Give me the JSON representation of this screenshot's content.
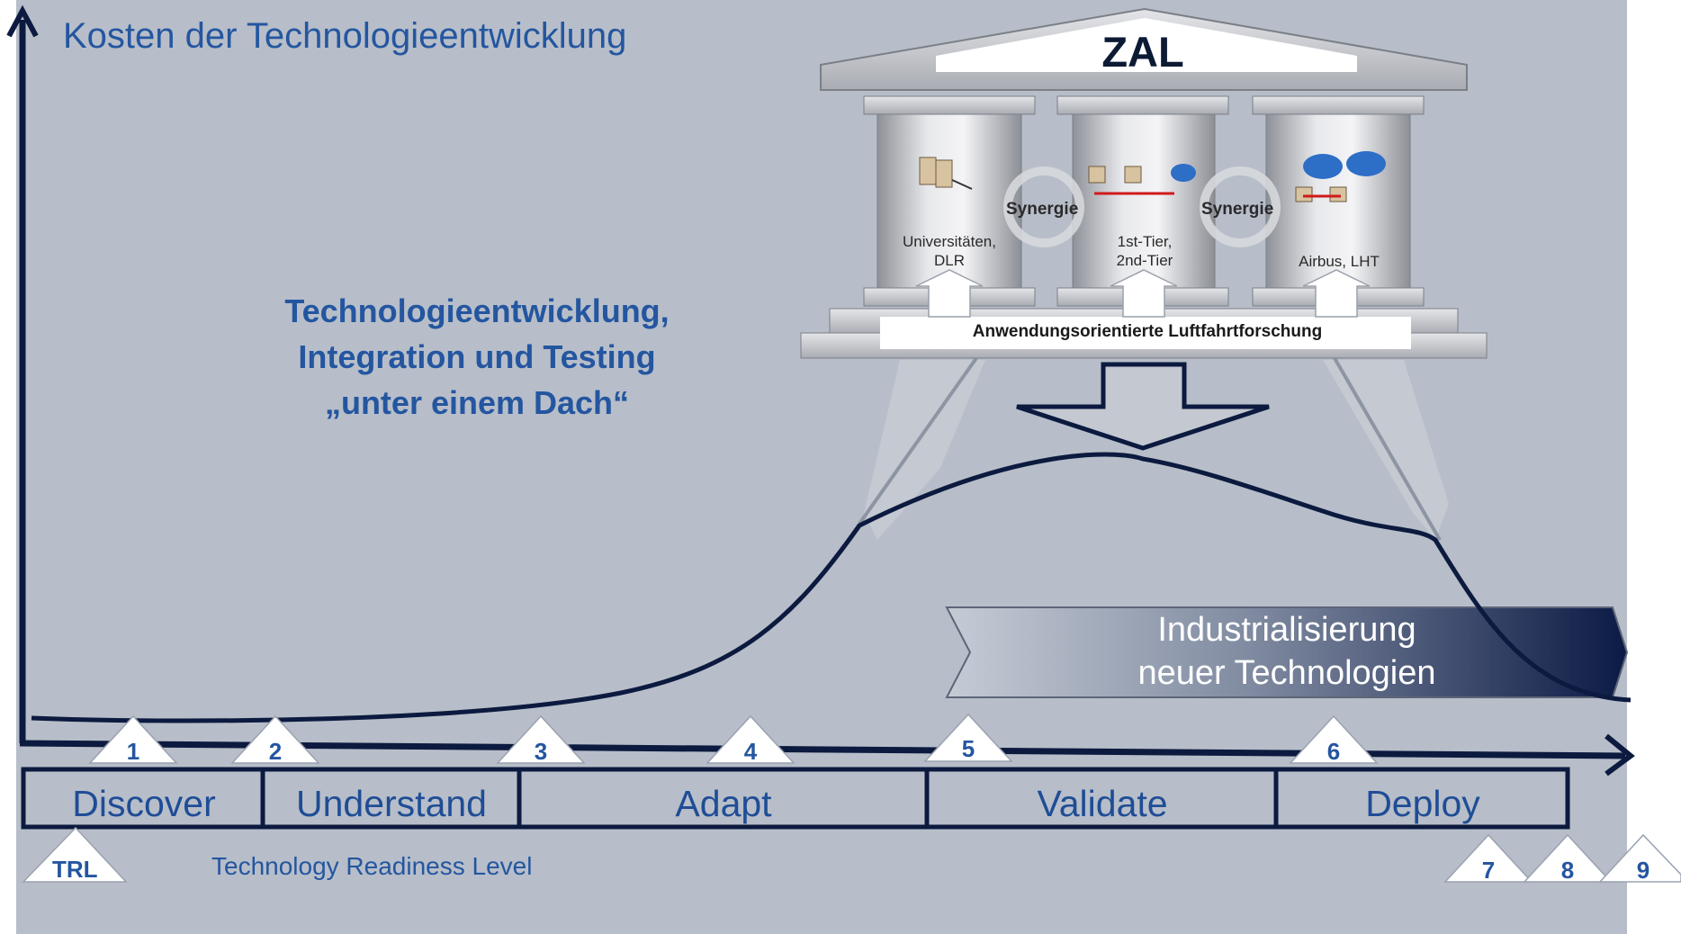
{
  "y_axis_title": "Kosten der Technologieentwicklung",
  "center_text": [
    "Technologieentwicklung,",
    "Integration und Testing",
    "„unter einem Dach“"
  ],
  "zal": {
    "title": "ZAL",
    "pillars": [
      {
        "label_lines": [
          "Universitäten,",
          "DLR"
        ]
      },
      {
        "label_lines": [
          "1st-Tier,",
          "2nd-Tier"
        ]
      },
      {
        "label_lines": [
          "Airbus, LHT"
        ]
      }
    ],
    "synergy_label": "Synergie",
    "base_label": "Anwendungsorientierte Luftfahrtforschung"
  },
  "industrialization": [
    "Industrialisierung",
    "neuer Technologien"
  ],
  "phases": [
    "Discover",
    "Understand",
    "Adapt",
    "Validate",
    "Deploy"
  ],
  "trl": {
    "label": "TRL",
    "caption": "Technology Readiness Level",
    "levels": [
      "1",
      "2",
      "3",
      "4",
      "5",
      "6",
      "7",
      "8",
      "9"
    ]
  },
  "colors": {
    "background": "#b7bec9",
    "axis": "#0c1a3f",
    "text_blue": "#2456a0",
    "arrow_dark": "#0a1a45"
  }
}
